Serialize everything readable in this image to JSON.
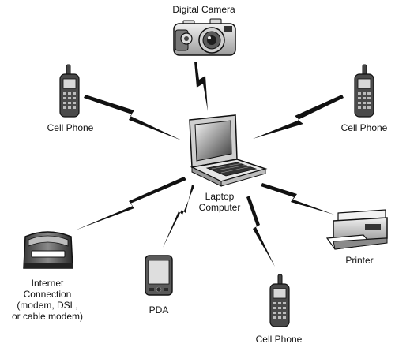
{
  "diagram": {
    "center": {
      "line1": "Laptop",
      "line2": "Computer"
    },
    "devices": {
      "camera": {
        "label": "Digital Camera"
      },
      "phone_left": {
        "label": "Cell Phone"
      },
      "phone_right": {
        "label": "Cell Phone"
      },
      "phone_bottom": {
        "label": "Cell Phone"
      },
      "printer": {
        "label": "Printer"
      },
      "pda": {
        "label": "PDA"
      },
      "modem": {
        "line1": "Internet",
        "line2": "Connection",
        "line3": "(modem, DSL,",
        "line4": "or cable modem)"
      }
    }
  }
}
